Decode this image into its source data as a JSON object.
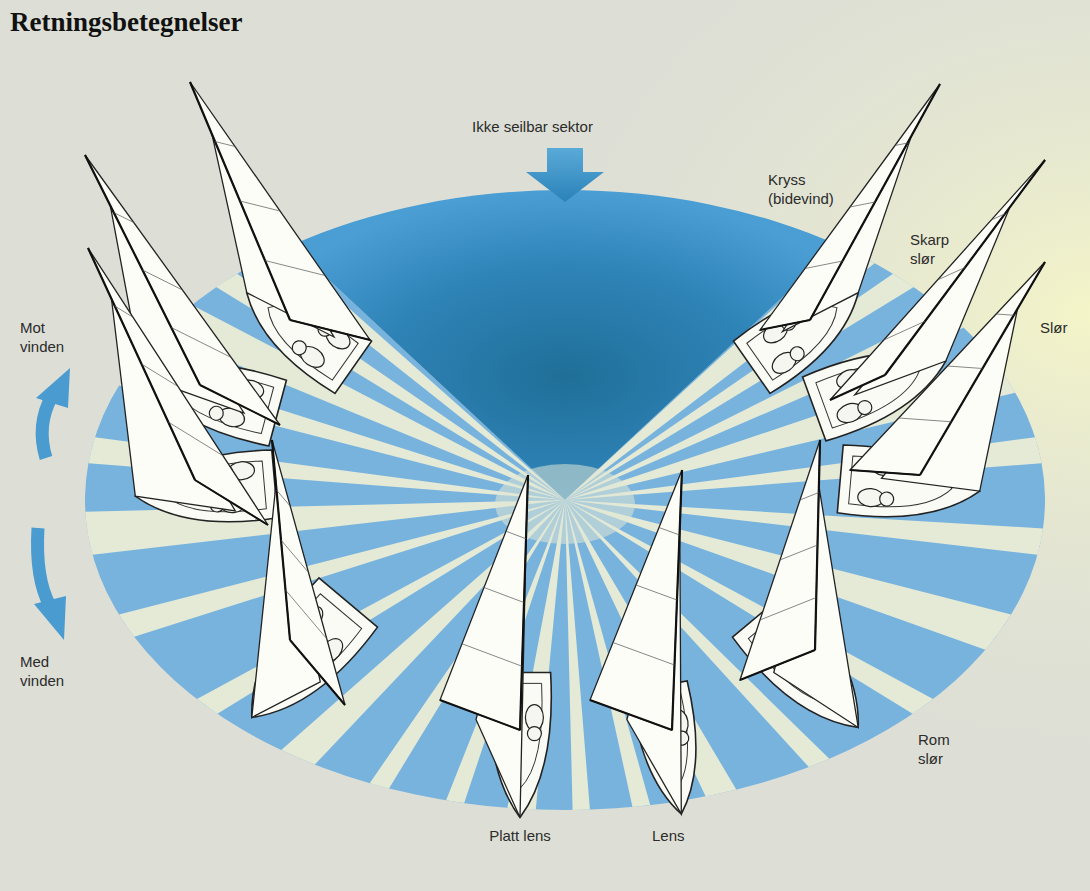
{
  "diagram": {
    "title": "Retningsbetegnelser",
    "labels": [
      "Ikke seilbar sektor",
      "Kryss (bidevind)",
      "Skarp slør",
      "Mot vinden",
      "Slør",
      "Med vinden",
      "Rom slør",
      "Platt lens",
      "Lens"
    ]
  }
}
